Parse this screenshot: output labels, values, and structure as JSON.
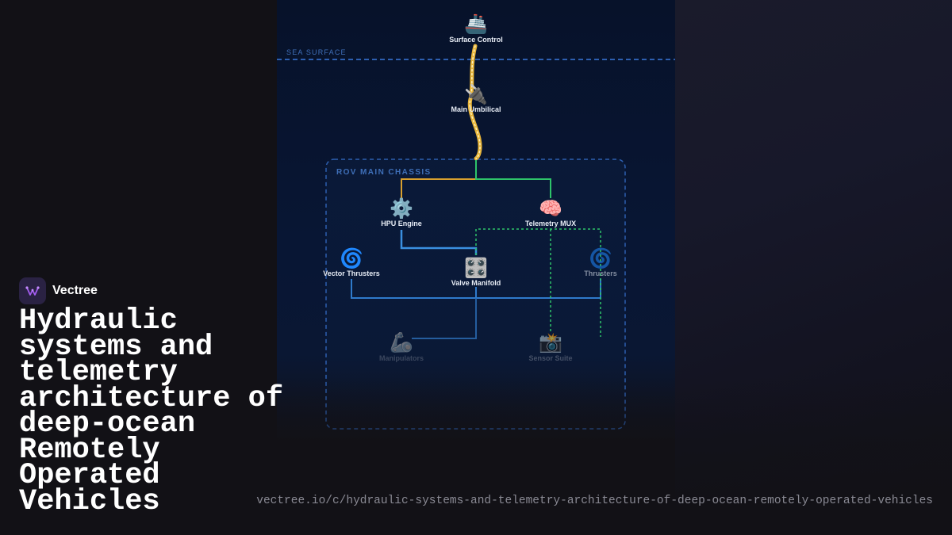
{
  "brand": {
    "name": "Vectree",
    "accent": "#a35cf0"
  },
  "headline": "Hydraulic\nsystems and\ntelemetry\narchitecture of\ndeep-ocean\nRemotely\nOperated\nVehicles",
  "url": "vectree.io/c/hydraulic-systems-and-telemetry-architecture-of-deep-ocean-remotely-operated-vehicles",
  "diagram": {
    "sea_surface_label": "SEA SURFACE",
    "chassis_label": "ROV MAIN CHASSIS",
    "nodes": {
      "surface_control": {
        "label": "Surface Control",
        "icon": "ship-icon",
        "glyph": "🚢"
      },
      "main_umbilical": {
        "label": "Main Umbilical",
        "icon": "plug-icon",
        "glyph": "🔌"
      },
      "hpu_engine": {
        "label": "HPU Engine",
        "icon": "gear-icon",
        "glyph": "⚙️"
      },
      "telemetry_mux": {
        "label": "Telemetry MUX",
        "icon": "brain-icon",
        "glyph": "🧠"
      },
      "vector_thrusters": {
        "label": "Vector Thrusters",
        "icon": "swirl-icon",
        "glyph": "🌀"
      },
      "valve_manifold": {
        "label": "Valve Manifold",
        "icon": "control-knobs-icon",
        "glyph": "🎛️"
      },
      "thrusters": {
        "label": "Thrusters",
        "icon": "swirl-icon",
        "glyph": "🌀"
      },
      "manipulators": {
        "label": "Manipulators",
        "icon": "mechanical-arm-icon",
        "glyph": "🦾"
      },
      "sensor_suite": {
        "label": "Sensor Suite",
        "icon": "camera-flash-icon",
        "glyph": "📸"
      }
    },
    "colors": {
      "umbilical": "#e8b53a",
      "hydraulic": "#3a8fe0",
      "power": "#d9a02e",
      "telemetry": "#2ec46a",
      "sea_line": "#2d5fb0"
    }
  }
}
